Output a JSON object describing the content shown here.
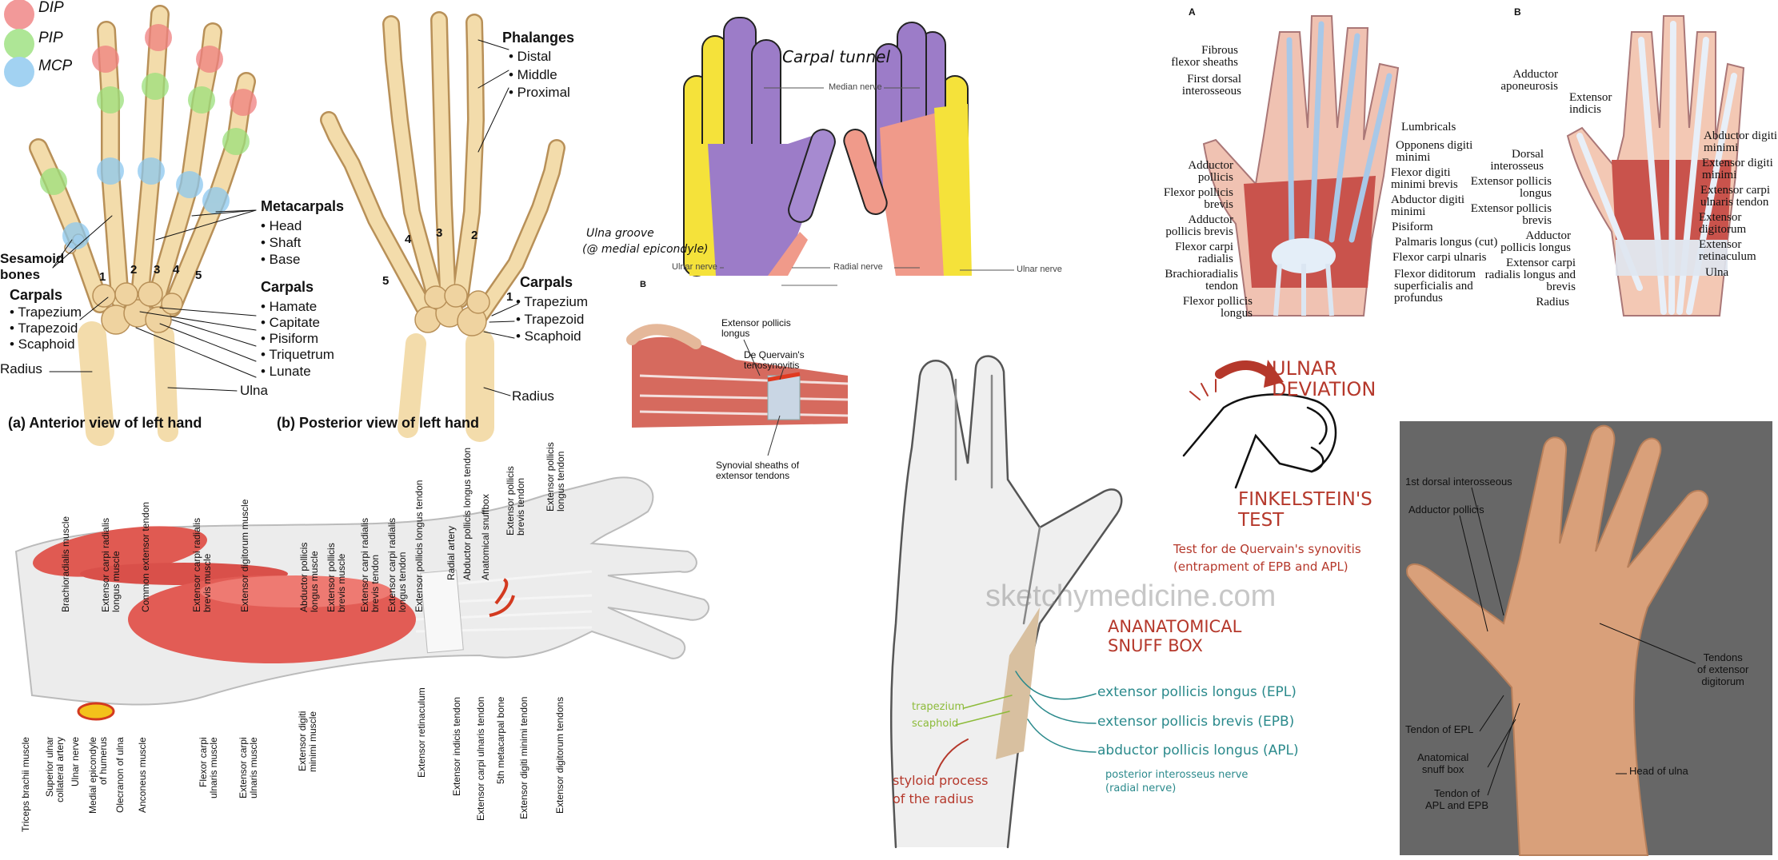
{
  "colors": {
    "dip": "#f08080",
    "pip": "#9be07c",
    "mcp": "#8cc8ef",
    "bone": "#f0d9a8",
    "muscle": "#dc5048",
    "ulnar_zone": "#f5e23a",
    "median_zone": "#9c7cc8",
    "radial_zone": "#f09a8a",
    "sketch_red": "#b5382b",
    "sketch_teal": "#2b8a8c",
    "sketch_green": "#8dbb3a"
  },
  "skeleton": {
    "legend": [
      "DIP",
      "PIP",
      "MCP"
    ],
    "phalanges": {
      "title": "Phalanges",
      "items": [
        "• Distal",
        "• Middle",
        "• Proximal"
      ]
    },
    "metacarpals": {
      "title": "Metacarpals",
      "items": [
        "• Head",
        "• Shaft",
        "• Base"
      ]
    },
    "carpals_center": {
      "title": "Carpals",
      "items": [
        "• Hamate",
        "• Capitate",
        "• Pisiform",
        "• Triquetrum",
        "• Lunate"
      ]
    },
    "carpals_left": {
      "title": "Carpals",
      "items": [
        "• Trapezium",
        "• Trapezoid",
        "• Scaphoid"
      ]
    },
    "carpals_right": {
      "title": "Carpals",
      "items": [
        "• Trapezium",
        "• Trapezoid",
        "• Scaphoid"
      ]
    },
    "sesamoid": "Sesamoid\nbones",
    "radius_left": "Radius",
    "radius_right": "Radius",
    "ulna": "Ulna",
    "numbers_anterior": [
      "1",
      "2",
      "3",
      "4",
      "5"
    ],
    "numbers_posterior": [
      "5",
      "4",
      "3",
      "2",
      "1"
    ],
    "caption_a": "(a) Anterior view of left hand",
    "caption_b": "(b) Posterior view of left hand"
  },
  "forearm": {
    "top_labels": [
      "Brachioradialis muscle",
      "Extensor carpi radialis\nlongus muscle",
      "Common extensor tendon",
      "Extensor carpi radialis\nbrevis muscle",
      "Extensor digitorum muscle",
      "Abductor pollicis\nlongus muscle",
      "Extensor pollicis\nbrevis muscle",
      "Extensor carpi radialis\nbrevis tendon",
      "Extensor carpi radialis\nlongus tendon",
      "Extensor pollicis longus tendon",
      "Radial artery",
      "Abductor pollicis longus tendon",
      "Anatomical snuffbox",
      "Extensor pollicis\nbrevis tendon",
      "Extensor pollicis\nlongus tendon"
    ],
    "bottom_labels": [
      "Triceps brachii muscle",
      "Superior ulnar\ncollateral artery",
      "Ulnar nerve",
      "Medial epicondyle\nof humerus",
      "Olecranon of ulna",
      "Anconeus muscle",
      "Flexor carpi\nulnaris muscle",
      "Extensor carpi\nulnaris muscle",
      "Extensor digiti\nminimi muscle",
      "Extensor retinaculum",
      "Extensor indicis tendon",
      "Extensor carpi ulnaris tendon",
      "5th metacarpal bone",
      "Extensor digiti minimi tendon",
      "Extensor digitorum tendons"
    ]
  },
  "carpal_tunnel": {
    "title": "Carpal tunnel",
    "median_nerve": "Median nerve",
    "radial_nerve": "Radial nerve",
    "ulnar_nerve_left": "Ulnar nerve",
    "ulnar_nerve_right": "Ulnar nerve",
    "ulna_groove": "Ulna groove",
    "ulna_groove_note": "(@ medial epicondyle)",
    "panel_letter": "B"
  },
  "de_quervain": {
    "epl": "Extensor pollicis\nlongus",
    "condition": "De Quervain's\ntenosynovitis",
    "sheaths": "Synovial sheaths of\nextensor tendons"
  },
  "palmar": {
    "letter": "A",
    "left_labels": [
      "Fibrous\nflexor sheaths",
      "First dorsal\ninterosseous",
      "Adductor\npollicis",
      "Flexor pollicis\nbrevis",
      "Adductor\npollicis brevis",
      "Flexor carpi\nradialis",
      "Brachioradialis\ntendon",
      "Flexor pollicis\nlongus"
    ],
    "right_labels": [
      "Lumbricals",
      "Opponens digiti\nminimi",
      "Flexor digiti\nminimi brevis",
      "Abductor digiti\nminimi",
      "Pisiform",
      "Palmaris longus (cut)",
      "Flexor carpi ulnaris",
      "Flexor diditorum\nsuperficialis and\nprofundus"
    ]
  },
  "dorsal": {
    "letter": "B",
    "left_labels": [
      "Adductor\naponeurosis",
      "Extensor\nindicis",
      "Dorsal\ninterosseus",
      "Extensor pollicis\nlongus",
      "Extensor pollicis\nbrevis",
      "Adductor\npollicis longus",
      "Extensor carpi\nradialis longus and\nbrevis",
      "Radius"
    ],
    "right_labels": [
      "Abductor digiti\nminimi",
      "Extensor digiti\nminimi",
      "Extensor carpi\nulnaris tendon",
      "Extensor\ndigitorum",
      "Extensor\nretinaculum",
      "Ulna"
    ]
  },
  "sketch": {
    "ulnar_deviation": "ULNAR\nDEVIATION",
    "finkelstein": "FINKELSTEIN'S\nTEST",
    "test_desc": "Test for de Quervain's synovitis\n(entrapment of EPB and APL)",
    "watermark": "sketchymedicine.com",
    "snuff_box": "ANANATOMICAL\nSNUFF BOX",
    "epl": "extensor pollicis longus (EPL)",
    "epb": "extensor pollicis brevis (EPB)",
    "apl": "abductor pollicis longus (APL)",
    "nerve": "posterior interosseus nerve\n(radial nerve)",
    "trapezium": "trapezium",
    "scaphoid": "scaphoid",
    "styloid": "styloid process\nof the radius"
  },
  "photo": {
    "labels": [
      "1st dorsal interosseous",
      "Adductor pollicis",
      "Tendons\nof extensor\ndigitorum",
      "Tendon of EPL",
      "Anatomical\nsnuff box",
      "Tendon of\nAPL and EPB",
      "Head of ulna"
    ]
  }
}
